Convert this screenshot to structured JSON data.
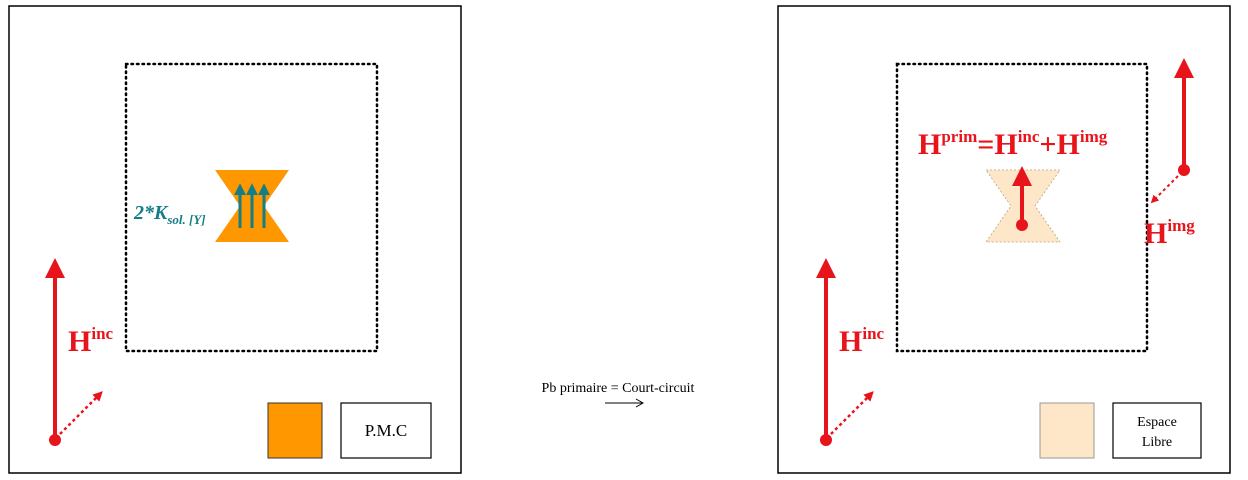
{
  "left_panel": {
    "k_label_main": "2*K",
    "k_label_sub": "sol. [Y]",
    "h_inc_main": "H",
    "h_inc_sup": "inc",
    "legend_label": "P.M.C",
    "colors": {
      "pmc": "#ff9800",
      "arrow_teal": "#137e86",
      "arrow_red": "#e8141c"
    }
  },
  "middle": {
    "transform_label": "Pb primaire = Court-circuit"
  },
  "right_panel": {
    "h_prim_main": "H",
    "h_prim_sup": "prim",
    "h_prim_eq": "=",
    "h_prim_inc_main": "H",
    "h_prim_inc_sup": "inc",
    "h_prim_plus": "+",
    "h_prim_img_main": "H",
    "h_prim_img_sup": "img",
    "h_img_main": "H",
    "h_img_sup": "img",
    "h_inc_main": "H",
    "h_inc_sup": "inc",
    "legend_line1": "Espace",
    "legend_line2": "Libre",
    "colors": {
      "free_space": "#fde7c8"
    }
  }
}
